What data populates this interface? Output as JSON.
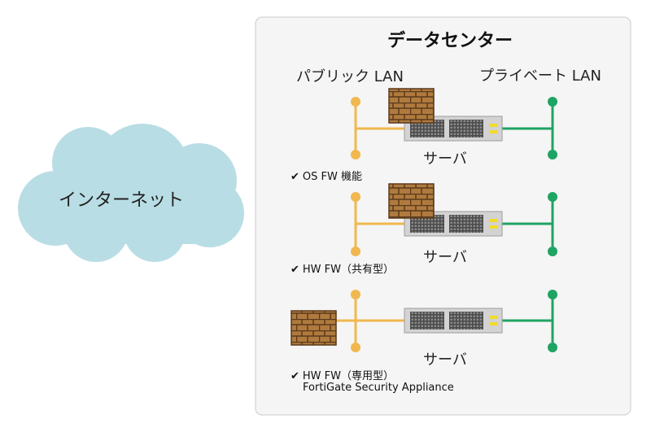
{
  "internet": {
    "label": "インターネット"
  },
  "datacenter": {
    "title": "データセンター",
    "public_lan_label": "パブリック LAN",
    "private_lan_label": "プライベート LAN"
  },
  "rows": [
    {
      "server_label": "サーバ",
      "check": "✔",
      "note_line1": "OS FW 機能",
      "note_line2": ""
    },
    {
      "server_label": "サーバ",
      "check": "✔",
      "note_line1": "HW FW（共有型）",
      "note_line2": ""
    },
    {
      "server_label": "サーバ",
      "check": "✔",
      "note_line1": "HW FW（専用型）",
      "note_line2": "FortiGate Security Appliance"
    }
  ],
  "colors": {
    "cloud": "#b9dde4",
    "public_lan": "#f0b84f",
    "private_lan": "#1fa463",
    "firewall": "#b07a3e",
    "firewall_mortar": "#5a3a1c",
    "server_body": "#d3d3d3",
    "server_panel": "#555555",
    "server_led": "#f2dc2a",
    "box_fill": "#f5f5f5",
    "box_stroke": "#cccccc"
  }
}
